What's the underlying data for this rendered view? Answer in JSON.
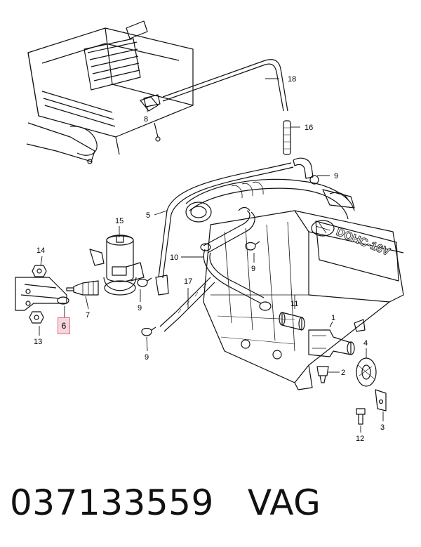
{
  "diagram": {
    "callouts": {
      "c1": "1",
      "c2": "2",
      "c3": "3",
      "c4": "4",
      "c5": "5",
      "c6": "6",
      "c7": "7",
      "c8": "8",
      "c9a": "9",
      "c9b": "9",
      "c9c": "9",
      "c9d": "9",
      "c10": "10",
      "c11": "11",
      "c12": "12",
      "c13": "13",
      "c14": "14",
      "c15": "15",
      "c16": "16",
      "c17": "17",
      "c18": "18"
    },
    "highlighted_callout": "6",
    "highlight_color": "#e26a7a",
    "engine_badge_text": "DOHC-16V"
  },
  "footer": {
    "part_number": "037133559",
    "brand": "VAG"
  }
}
